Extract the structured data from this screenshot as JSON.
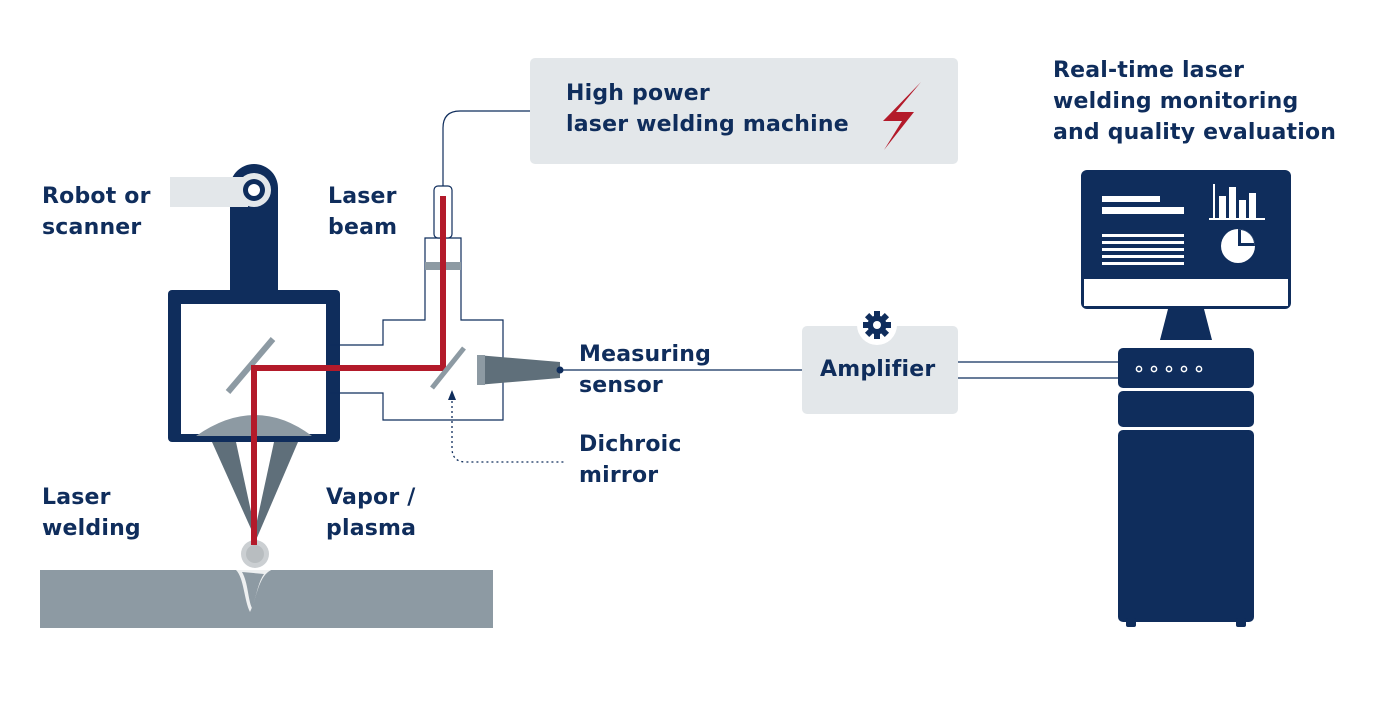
{
  "labels": {
    "robot_or_scanner": "Robot or\nscanner",
    "laser_beam": "Laser\nbeam",
    "laser_welding": "Laser\nwelding",
    "vapor_plasma": "Vapor /\nplasma",
    "measuring_sensor": "Measuring\nsensor",
    "dichroic_mirror": "Dichroic\nmirror",
    "high_power_laser": "High power\nlaser welding machine",
    "amplifier": "Amplifier",
    "monitoring": "Real-time laser\nwelding monitoring\nand quality evaluation"
  },
  "icons": {
    "lightning": "lightning-icon",
    "gear": "gear-icon"
  },
  "colors": {
    "navy": "#0f2d5c",
    "laser_red": "#b31a2a",
    "gray": "#8d9aa3",
    "light_gray": "#e3e7ea",
    "white": "#ffffff"
  }
}
